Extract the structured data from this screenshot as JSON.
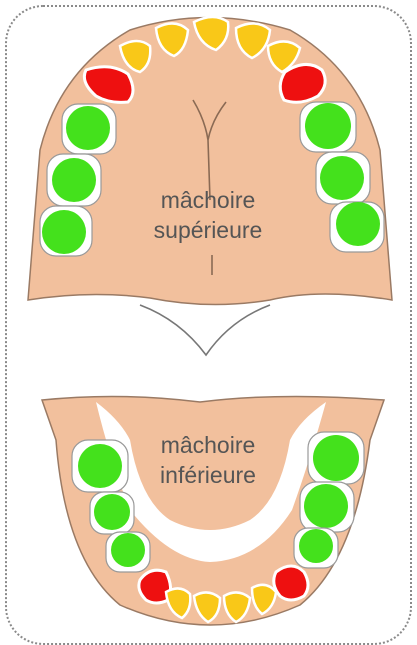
{
  "upper_jaw": {
    "label_line1": "mâchoire",
    "label_line2": "supérieure"
  },
  "lower_jaw": {
    "label_line1": "mâchoire",
    "label_line2": "inférieure"
  },
  "colors": {
    "gum": "#f2c09d",
    "tooth_outline": "#9a9a9a",
    "tooth_white": "#ffffff",
    "molar_green": "#44e11c",
    "canine_red": "#ee1010",
    "incisor_yellow": "#f9c818",
    "frame": "#8a8a8a",
    "label_text": "#555555"
  }
}
